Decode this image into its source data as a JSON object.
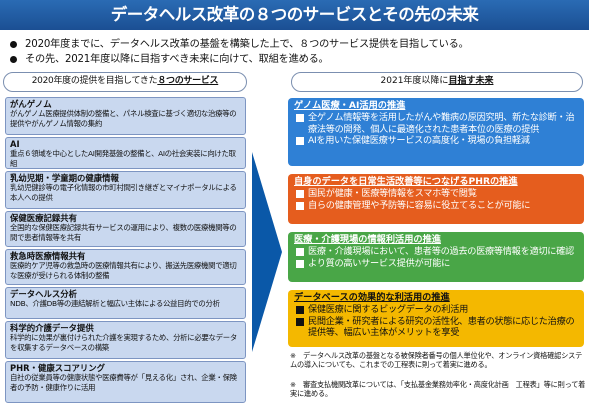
{
  "title": "データヘルス改革の８つのサービスとその先の未来",
  "bullets": [
    "2020年度までに、データヘルス改革の基盤を構築した上で、８つのサービス提供を目指している。",
    "その先、2021年度以降に目指すべき未来に向けて、取組を進める。"
  ],
  "left_header": {
    "prefix": "2020年度の提供を目指してきた",
    "emph": "８つのサービス"
  },
  "right_header": {
    "prefix": "2021年度以降に",
    "emph": "目指す未来"
  },
  "services": [
    {
      "title": "がんゲノム",
      "desc": "がんゲノム医療提供体制の整備と、パネル検査に基づく適切な治療等の提供やがんゲノム情報の集約"
    },
    {
      "title": "AI",
      "desc": "重点６領域を中心としたAI開発基盤の整備と、AIの社会実装に向けた取組"
    },
    {
      "title": "乳幼児期・学童期の健康情報",
      "desc": "乳幼児健診等の電子化情報の市町村間引き継ぎとマイナポータルによる本人への提供"
    },
    {
      "title": "保健医療記録共有",
      "desc": "全国的な保健医療記録共有サービスの運用により、複数の医療機関等の間で患者情報等を共有"
    },
    {
      "title": "救急時医療情報共有",
      "desc": "医療的ケア児等の救急時の医療情報共有により、搬送先医療機関で適切な医療が受けられる体制の整備"
    },
    {
      "title": "データヘルス分析",
      "desc": "NDB、介護DB等の連結解析と幅広い主体による公益目的での分析"
    },
    {
      "title": "科学的介護データ提供",
      "desc": "科学的に効果が裏付けられた介護を実現するため、分析に必要なデータを収集するデータベースの構築"
    },
    {
      "title": "PHR・健康スコアリング",
      "desc": "自社の従業員等の健康状態や医療費等が「見える化」され、企業・保険者の予防・健康作りに活用"
    }
  ],
  "future": {
    "genome": {
      "title": "ゲノム医療・AI活用の推進",
      "items": [
        "全ゲノム情報等を活用したがんや難病の原因究明、新たな診断・治療法等の開発、個人に最適化された患者本位の医療の提供",
        "AIを用いた保健医療サービスの高度化・現場の負担軽減"
      ]
    },
    "phr": {
      "title": "自身のデータを日常生活改善等につなげるPHRの推進",
      "items": [
        "国民が健康・医療等情報をスマホ等で閲覧",
        "自らの健康管理や予防等に容易に役立てることが可能に"
      ]
    },
    "care": {
      "title": "医療・介護現場の情報利活用の推進",
      "items": [
        "医療・介護現場において、患者等の過去の医療等情報を適切に確認",
        "より質の高いサービス提供が可能に"
      ]
    },
    "db": {
      "title": "データベースの効果的な利活用の推進",
      "items": [
        "保健医療に関するビッグデータの利活用",
        "民間企業・研究者による研究の活性化、患者の状態に応じた治療の提供等、幅広い主体がメリットを享受"
      ]
    }
  },
  "notes": [
    {
      "mark": "※",
      "text": "データヘルス改革の基盤となる被保険者番号の個人単位化や、オンライン資格確認システムの導入についても、これまでの工程表に則って着実に進める。"
    },
    {
      "mark": "※",
      "text": "審査支払機関改革については、「支払基金業務効率化・高度化計画　工程表」等に則って着実に進める。"
    }
  ]
}
